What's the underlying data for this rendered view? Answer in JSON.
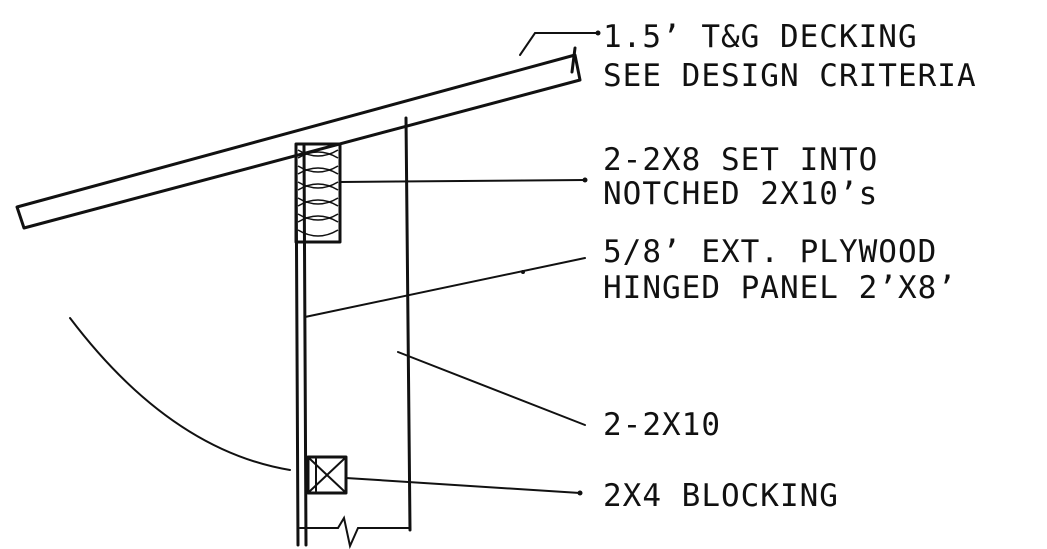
{
  "callouts": [
    {
      "id": "decking",
      "lines": [
        "1.5’ T&G DECKING",
        "SEE DESIGN CRITERIA"
      ]
    },
    {
      "id": "header",
      "lines": [
        "2-2X8 SET INTO",
        "NOTCHED 2X10’s"
      ]
    },
    {
      "id": "panel",
      "lines": [
        "5/8’ EXT. PLYWOOD",
        "HINGED PANEL 2’X8’"
      ]
    },
    {
      "id": "joist",
      "lines": [
        "2-2X10"
      ]
    },
    {
      "id": "blocking",
      "lines": [
        "2X4 BLOCKING"
      ]
    }
  ]
}
